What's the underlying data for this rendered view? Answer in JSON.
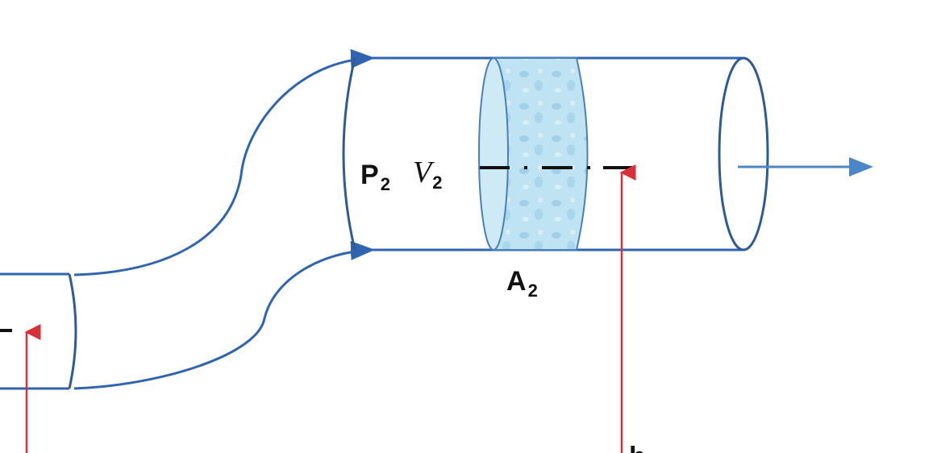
{
  "labels": {
    "pressure": "P",
    "pressure_sub": "2",
    "velocity": "V",
    "velocity_sub": "2",
    "area": "A",
    "area_sub": "2",
    "height": "h"
  },
  "colors": {
    "pipe": "#2f64b0",
    "flow_arrow": "#4a86c8",
    "height_marker": "#d8303a",
    "fluid": "#bfe3f2"
  }
}
